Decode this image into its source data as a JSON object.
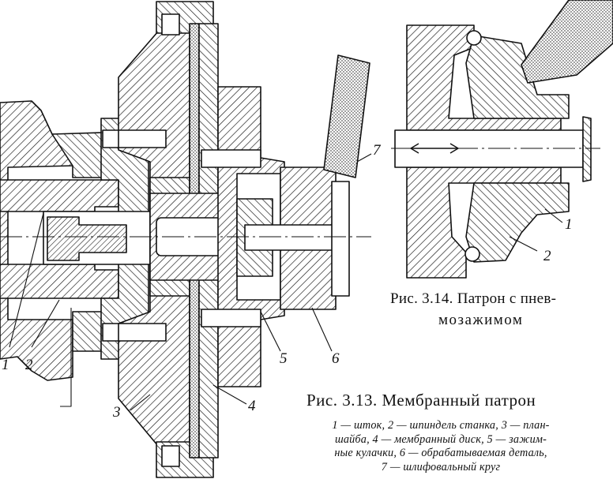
{
  "figure_3_14": {
    "caption_line1": "Рис. 3.14. Патрон с пнев-",
    "caption_line2": "мозажимом",
    "labels": {
      "one": "1",
      "two": "2"
    }
  },
  "figure_3_13": {
    "caption": "Рис. 3.13. Мембранный патрон",
    "labels": {
      "one": "1",
      "two": "2",
      "three": "3",
      "four": "4",
      "five": "5",
      "six": "6",
      "seven": "7"
    },
    "legend": [
      "1 — шток, 2 — шпиндель станка, 3 — план-",
      "шайба, 4 — мембранный диск, 5 — зажим-",
      "ные кулачки, 6 — обрабатываемая деталь,",
      "7 — шлифовальный круг"
    ]
  }
}
